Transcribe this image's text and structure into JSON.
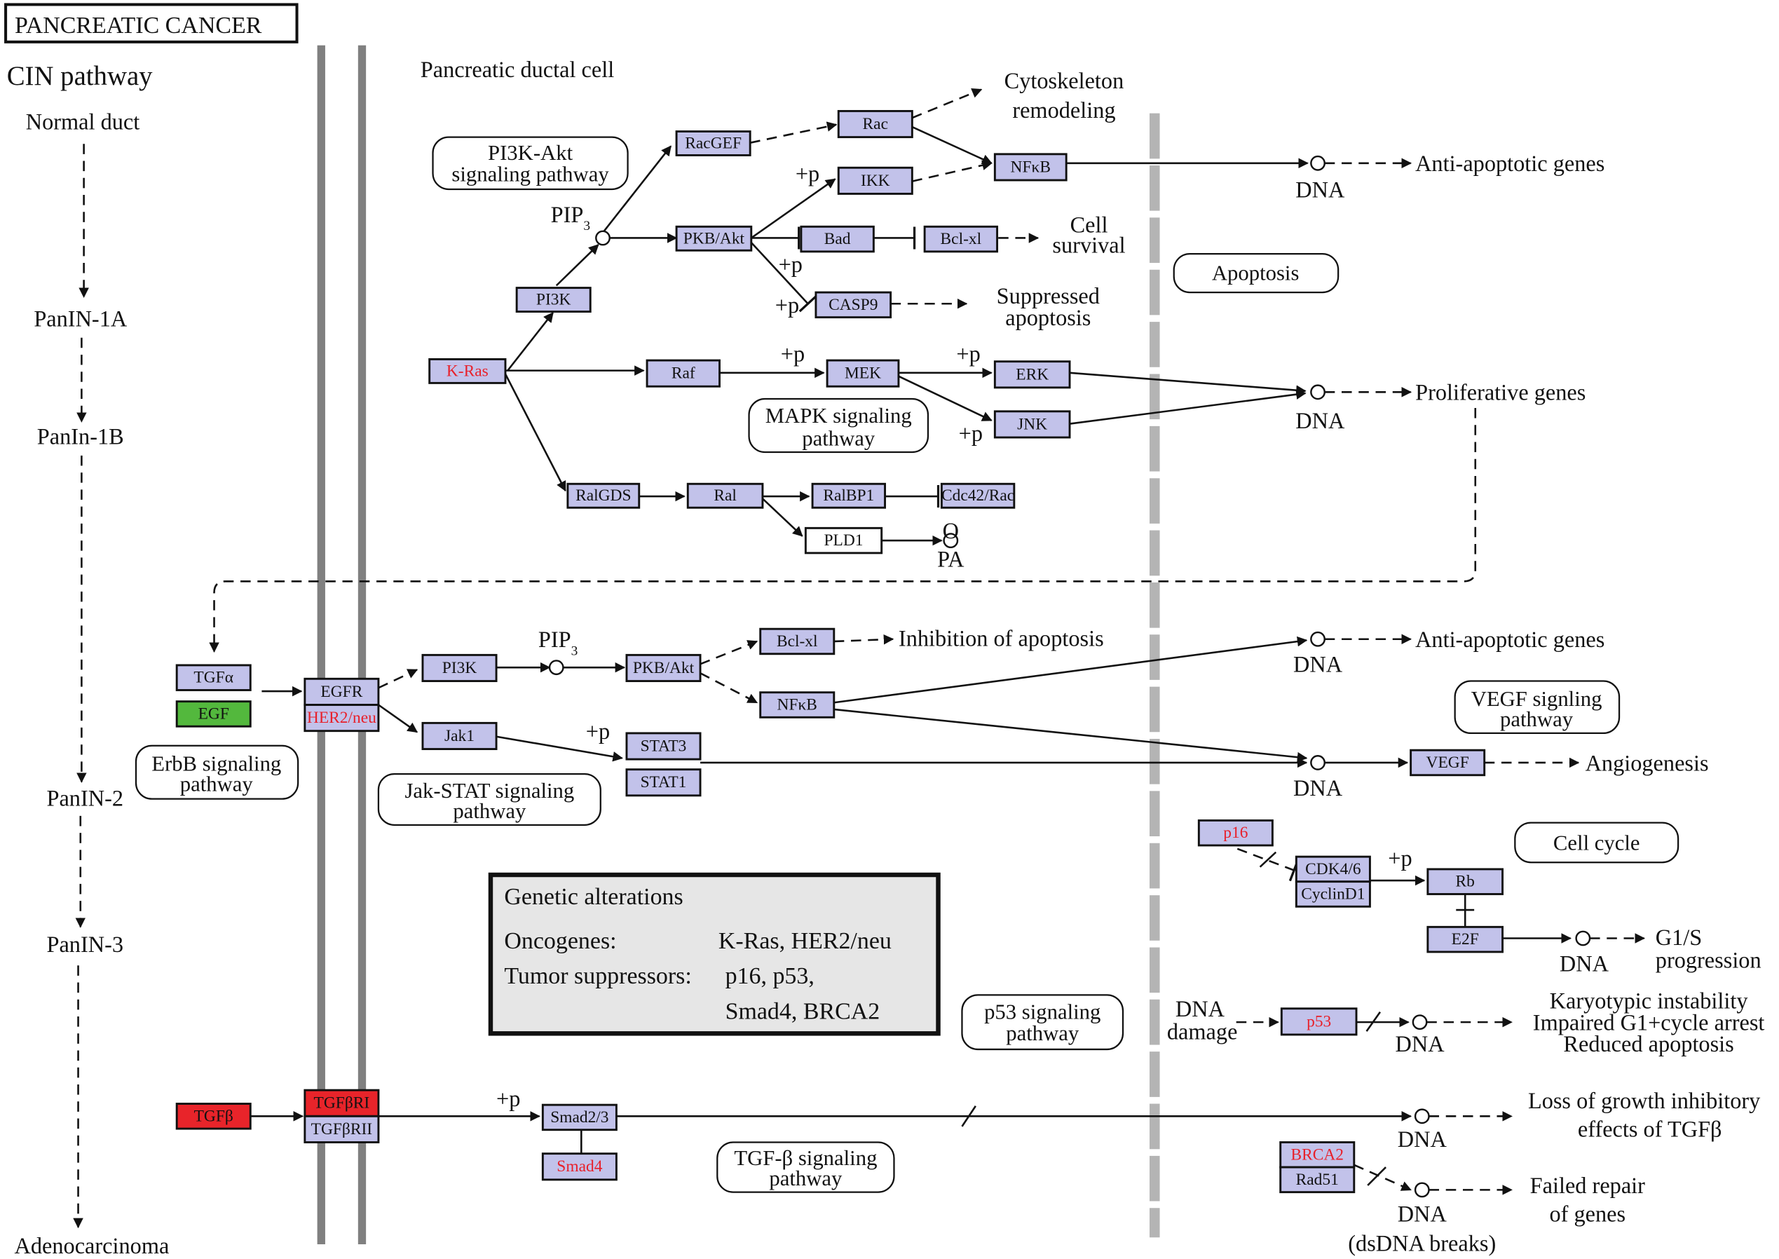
{
  "title": "PANCREATIC CANCER",
  "cin_pathway": {
    "heading": "CIN  pathway",
    "stages": [
      "Normal duct",
      "PanIN-1A",
      "PanIn-1B",
      "PanIN-2",
      "PanIN-3",
      "Adenocarcinoma"
    ]
  },
  "cell_label": "Pancreatic ductal cell",
  "colors": {
    "node_fill": "#c2c2ea",
    "oncogene_text": "#e8202a",
    "red_node": "#e8242a",
    "green_node": "#53b83d",
    "membrane": "#808080",
    "nucleus_membrane": "#b4b4b4",
    "legend_fill": "#e6e6e6"
  },
  "nodes": {
    "racgef": "RacGEF",
    "rac": "Rac",
    "ikk": "IKK",
    "nfkb1": "NFκB",
    "pi3k1": "PI3K",
    "pkbakt1": "PKB/Akt",
    "bad": "Bad",
    "bclxl1": "Bcl-xl",
    "casp9": "CASP9",
    "kras": "K-Ras",
    "raf": "Raf",
    "mek": "MEK",
    "erk": "ERK",
    "jnk": "JNK",
    "ralgds": "RalGDS",
    "ral": "Ral",
    "ralbp1": "RalBP1",
    "cdc42rac": "Cdc42/Rac",
    "pld1": "PLD1",
    "tgfa": "TGFα",
    "egf": "EGF",
    "egfr": "EGFR",
    "her2": "HER2/neu",
    "pi3k2": "PI3K",
    "pkbakt2": "PKB/Akt",
    "bclxl2": "Bcl-xl",
    "nfkb2": "NFκB",
    "jak1": "Jak1",
    "stat3": "STAT3",
    "stat1": "STAT1",
    "vegf": "VEGF",
    "p16": "p16",
    "cdk46": "CDK4/6",
    "cyclind1": "CyclinD1",
    "rb": "Rb",
    "e2f": "E2F",
    "p53": "p53",
    "tgfb": "TGFβ",
    "tgfbr1": "TGFβRI",
    "tgfbr2": "TGFβRII",
    "smad23": "Smad2/3",
    "smad4": "Smad4",
    "brca2": "BRCA2",
    "rad51": "Rad51"
  },
  "pathways": {
    "pi3k_akt": [
      "PI3K-Akt",
      "signaling pathway"
    ],
    "mapk": [
      "MAPK signaling",
      "pathway"
    ],
    "apoptosis": [
      "Apoptosis"
    ],
    "erbb": [
      "ErbB signaling",
      "pathway"
    ],
    "jak_stat": [
      "Jak-STAT signaling",
      "pathway"
    ],
    "vegf": [
      "VEGF signling",
      "pathway"
    ],
    "cell_cycle": [
      "Cell cycle"
    ],
    "p53": [
      "p53 signaling",
      "pathway"
    ],
    "tgfb": [
      "TGF-β signaling",
      "pathway"
    ]
  },
  "labels": {
    "pip3": "PIP",
    "pip3_sub": "3",
    "plus_p": "+p",
    "dna": "DNA",
    "pa": "PA",
    "cytoskeleton": [
      "Cytoskeleton",
      "remodeling"
    ],
    "cell_survival": [
      "Cell",
      "survival"
    ],
    "suppressed_apoptosis": [
      "Suppressed",
      "apoptosis"
    ],
    "anti_apoptotic_genes": "Anti-apoptotic genes",
    "proliferative_genes": "Proliferative genes",
    "inhibition_of_apoptosis": "Inhibition of apoptosis",
    "angiogenesis": "Angiogenesis",
    "g1s": [
      "G1/S",
      "progression"
    ],
    "dna_damage": [
      "DNA",
      "damage"
    ],
    "p53_outcomes": [
      "Karyotypic instability",
      "Impaired G1+cycle arrest",
      "Reduced apoptosis"
    ],
    "tgfb_loss": [
      "Loss of growth inhibitory",
      "effects of TGFβ"
    ],
    "failed_repair": [
      "Failed repair",
      "of genes"
    ],
    "dsdna_breaks": "(dsDNA breaks)"
  },
  "legend": {
    "title": "Genetic alterations",
    "oncogenes_label": "Oncogenes:",
    "oncogenes_value": "K-Ras, HER2/neu",
    "suppressors_label": "Tumor suppressors:",
    "suppressors_value_1": "p16, p53,",
    "suppressors_value_2": "Smad4, BRCA2"
  }
}
